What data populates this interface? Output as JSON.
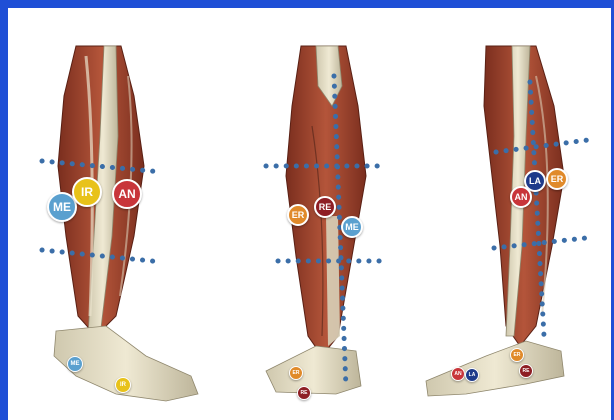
{
  "colors": {
    "frame": "#1f4fd6",
    "dot_line": "#3b6ea8",
    "ME": "#5aa0cf",
    "IR": "#e8c21a",
    "AN": "#c8353a",
    "ER": "#e08a2a",
    "RE": "#8e1e24",
    "LA": "#1e3a8a"
  },
  "badges": {
    "left": {
      "me_big": "ME",
      "ir_big": "IR",
      "an_big": "AN",
      "me_small": "ME",
      "ir_small": "IR"
    },
    "middle": {
      "er_big": "ER",
      "re_big": "RE",
      "me_big": "ME",
      "er_small": "ER",
      "re_small": "RE"
    },
    "right": {
      "la_big": "LA",
      "er_big": "ER",
      "an_big": "AN",
      "er_small": "ER",
      "re_small": "RE",
      "an_small": "AN",
      "la_small": "LA"
    }
  }
}
